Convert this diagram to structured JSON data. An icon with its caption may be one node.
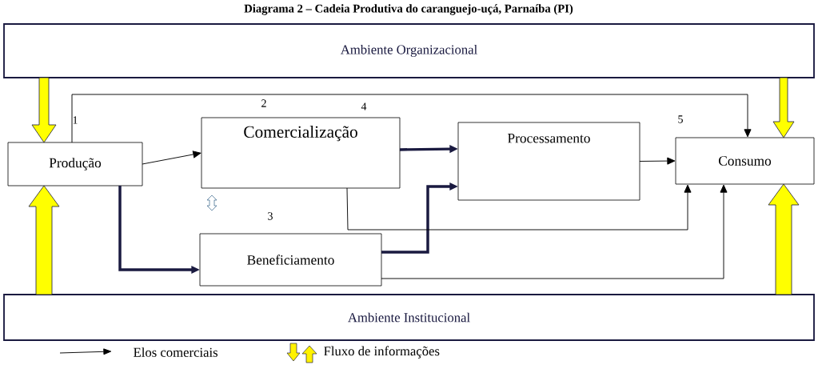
{
  "diagram": {
    "title": "Diagrama 2 – Cadeia Produtiva do caranguejo-uçá, Parnaíba (PI)",
    "nodes": [
      {
        "text": [
          "Ambiente Organizacional"
        ]
      },
      {
        "text": [
          "Produção"
        ],
        "beside": [
          "1"
        ]
      },
      {
        "text": [
          "Comercialização"
        ],
        "beside": [
          "2"
        ]
      },
      {
        "text": [
          "Beneficiamento"
        ],
        "beside": [
          "3"
        ]
      },
      {
        "text": [
          "Processamento"
        ]
      },
      {
        "text": [
          "Consumo"
        ],
        "beside": [
          "5"
        ]
      },
      {
        "text": [
          "Ambiente Institucional"
        ]
      }
    ],
    "edges": [
      {
        "from": 1,
        "to": 5,
        "arrow": "to"
      },
      {
        "from": 1,
        "to": 2,
        "arrow": "to"
      },
      {
        "from": 1,
        "to": 3,
        "arrow": "to",
        "style": "thick"
      },
      {
        "from": 2,
        "to": 4,
        "arrow": "to",
        "style": "thick"
      },
      {
        "from": 3,
        "to": 4,
        "arrow": "to",
        "style": "thick"
      },
      {
        "from": 2,
        "to": 5,
        "arrow": "to"
      },
      {
        "from": 3,
        "to": 5,
        "arrow": "to"
      },
      {
        "from": 4,
        "to": 5,
        "arrow": "to"
      },
      {
        "from": 0,
        "to": 1,
        "arrow": "to",
        "style": "thick",
        "color": "#ffff00"
      },
      {
        "from": 6,
        "to": 1,
        "arrow": "to",
        "style": "thick",
        "color": "#ffff00"
      },
      {
        "from": 0,
        "to": 5,
        "arrow": "to",
        "style": "thick",
        "color": "#ffff00"
      },
      {
        "from": 6,
        "to": 5,
        "arrow": "to",
        "style": "thick",
        "color": "#ffff00"
      }
    ],
    "labels": [
      "4"
    ],
    "legend": [
      {
        "text": "Elos comerciais"
      },
      {
        "text": "Fluxo de informações"
      }
    ]
  }
}
